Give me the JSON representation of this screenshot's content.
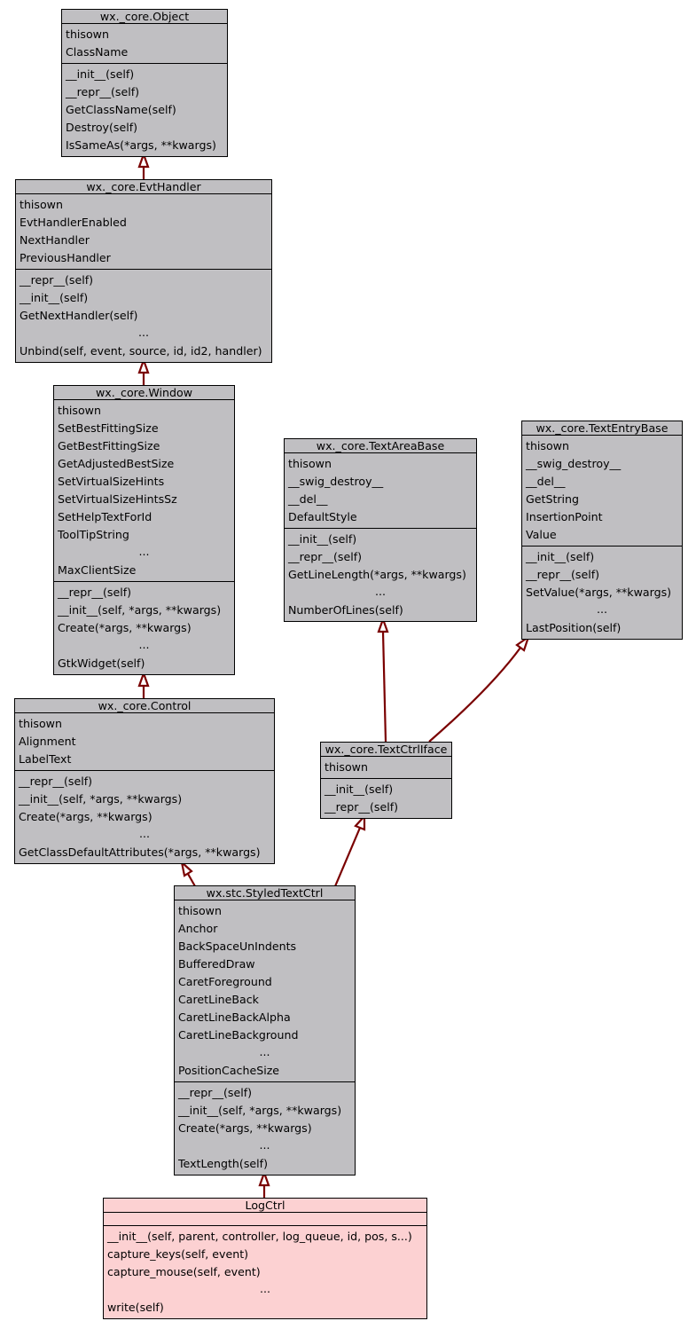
{
  "colors": {
    "edge": "#7a0000",
    "node_fill": "#c0bfc2",
    "highlight_fill": "#fcd1d2",
    "border": "#000000"
  },
  "nodes": {
    "object": {
      "title": "wx._core.Object",
      "attributes": [
        "thisown",
        "ClassName"
      ],
      "methods": [
        "__init__(self)",
        "__repr__(self)",
        "GetClassName(self)",
        "Destroy(self)",
        "IsSameAs(*args, **kwargs)"
      ]
    },
    "evthandler": {
      "title": "wx._core.EvtHandler",
      "attributes": [
        "thisown",
        "EvtHandlerEnabled",
        "NextHandler",
        "PreviousHandler"
      ],
      "methods": [
        "__repr__(self)",
        "__init__(self)",
        "GetNextHandler(self)",
        "...",
        "Unbind(self, event, source, id, id2, handler)"
      ]
    },
    "window": {
      "title": "wx._core.Window",
      "attributes": [
        "thisown",
        "SetBestFittingSize",
        "GetBestFittingSize",
        "GetAdjustedBestSize",
        "SetVirtualSizeHints",
        "SetVirtualSizeHintsSz",
        "SetHelpTextForId",
        "ToolTipString",
        "...",
        "MaxClientSize"
      ],
      "methods": [
        "__repr__(self)",
        "__init__(self, *args, **kwargs)",
        "Create(*args, **kwargs)",
        "...",
        "GtkWidget(self)"
      ]
    },
    "textareabase": {
      "title": "wx._core.TextAreaBase",
      "attributes": [
        "thisown",
        "__swig_destroy__",
        "__del__",
        "DefaultStyle"
      ],
      "methods": [
        "__init__(self)",
        "__repr__(self)",
        "GetLineLength(*args, **kwargs)",
        "...",
        "NumberOfLines(self)"
      ]
    },
    "textentrybase": {
      "title": "wx._core.TextEntryBase",
      "attributes": [
        "thisown",
        "__swig_destroy__",
        "__del__",
        "GetString",
        "InsertionPoint",
        "Value"
      ],
      "methods": [
        "__init__(self)",
        "__repr__(self)",
        "SetValue(*args, **kwargs)",
        "...",
        "LastPosition(self)"
      ]
    },
    "control": {
      "title": "wx._core.Control",
      "attributes": [
        "thisown",
        "Alignment",
        "LabelText"
      ],
      "methods": [
        "__repr__(self)",
        "__init__(self, *args, **kwargs)",
        "Create(*args, **kwargs)",
        "...",
        "GetClassDefaultAttributes(*args, **kwargs)"
      ]
    },
    "textctrliface": {
      "title": "wx._core.TextCtrlIface",
      "attributes": [
        "thisown"
      ],
      "methods": [
        "__init__(self)",
        "__repr__(self)"
      ]
    },
    "styledtextctrl": {
      "title": "wx.stc.StyledTextCtrl",
      "attributes": [
        "thisown",
        "Anchor",
        "BackSpaceUnIndents",
        "BufferedDraw",
        "CaretForeground",
        "CaretLineBack",
        "CaretLineBackAlpha",
        "CaretLineBackground",
        "...",
        "PositionCacheSize"
      ],
      "methods": [
        "__repr__(self)",
        "__init__(self, *args, **kwargs)",
        "Create(*args, **kwargs)",
        "...",
        "TextLength(self)"
      ]
    },
    "logctrl": {
      "title": "LogCtrl",
      "attributes": [],
      "methods": [
        "__init__(self, parent, controller, log_queue, id, pos, s...)",
        "capture_keys(self, event)",
        "capture_mouse(self, event)",
        "...",
        "write(self)"
      ]
    }
  },
  "edges": [
    {
      "from": "evthandler",
      "to": "object",
      "type": "inherits"
    },
    {
      "from": "window",
      "to": "evthandler",
      "type": "inherits"
    },
    {
      "from": "control",
      "to": "window",
      "type": "inherits"
    },
    {
      "from": "textctrliface",
      "to": "textareabase",
      "type": "inherits"
    },
    {
      "from": "textctrliface",
      "to": "textentrybase",
      "type": "inherits"
    },
    {
      "from": "styledtextctrl",
      "to": "control",
      "type": "inherits"
    },
    {
      "from": "styledtextctrl",
      "to": "textctrliface",
      "type": "inherits"
    },
    {
      "from": "logctrl",
      "to": "styledtextctrl",
      "type": "inherits"
    }
  ]
}
